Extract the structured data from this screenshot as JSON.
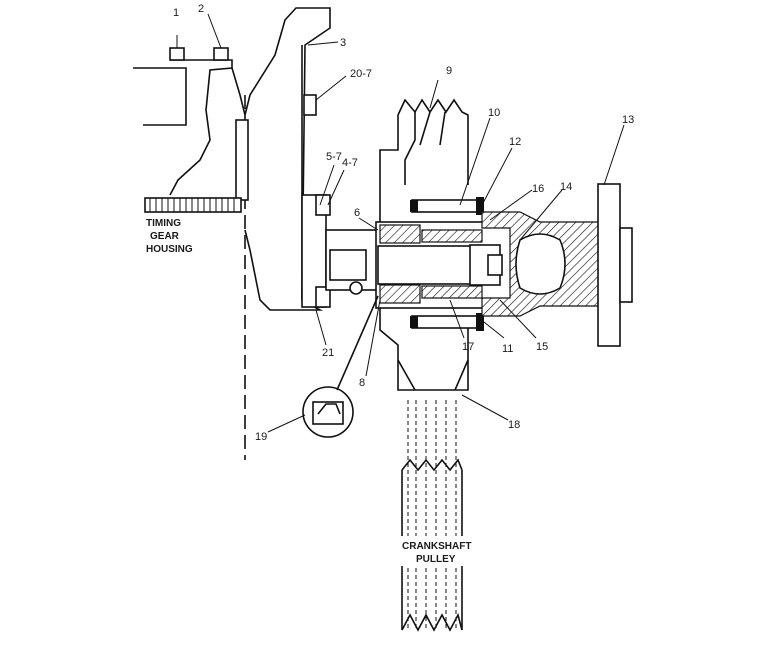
{
  "diagram": {
    "part_numbers": {
      "p1": "1",
      "p2": "2",
      "p3": "3",
      "p4": "4-7",
      "p5": "5-7",
      "p6": "6",
      "p8": "8",
      "p9": "9",
      "p10": "10",
      "p11": "11",
      "p12": "12",
      "p13": "13",
      "p14": "14",
      "p15": "15",
      "p16": "16",
      "p17": "17",
      "p18": "18",
      "p19": "19",
      "p20": "20-7",
      "p21": "21"
    },
    "labels": {
      "timing_line1": "TIMING",
      "timing_line2": "GEAR",
      "timing_line3": "HOUSING",
      "pulley_line1": "CRANKSHAFT",
      "pulley_line2": "PULLEY"
    }
  }
}
